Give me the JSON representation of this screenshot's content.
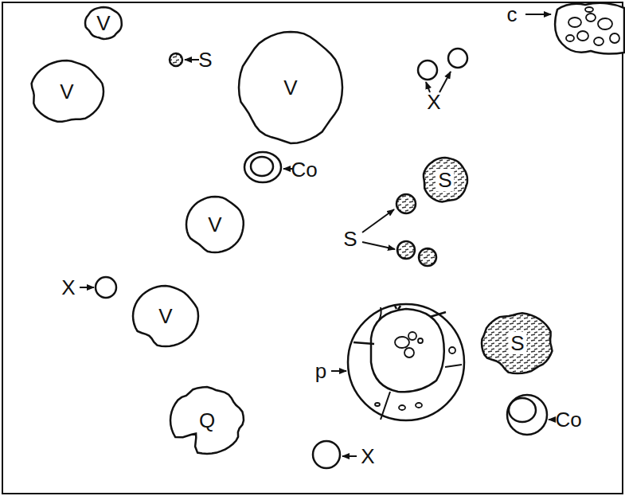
{
  "diagram": {
    "nodes": [
      {
        "text": [
          "V"
        ]
      },
      {
        "text": [
          "V"
        ]
      },
      {
        "text": [
          "V"
        ]
      },
      {
        "text": [
          "S"
        ]
      },
      {
        "text": [
          "V"
        ]
      },
      {
        "text": [
          "V"
        ]
      },
      {
        "text": [
          "S"
        ]
      },
      {
        "text": [
          "Q"
        ]
      }
    ],
    "labels": [
      "c",
      "S",
      "X",
      "Co",
      "S",
      "X",
      "p",
      "Co",
      "X"
    ]
  }
}
